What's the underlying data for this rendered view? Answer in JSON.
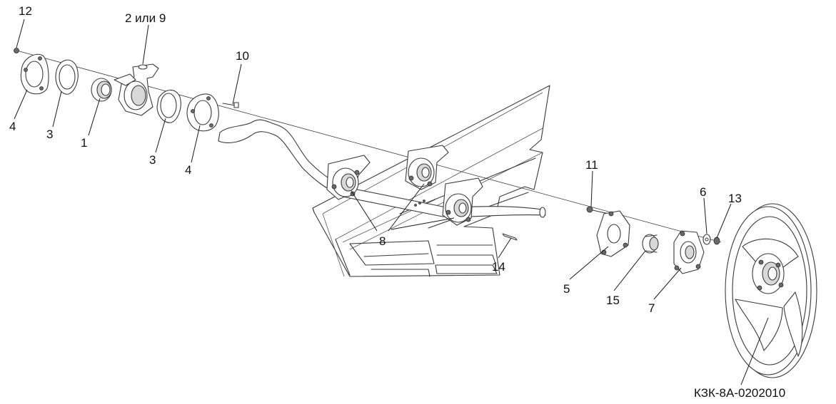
{
  "drawing": {
    "code": "КЗК-8А-0202010",
    "callouts": {
      "c12": "12",
      "c2or9": "2 или 9",
      "c10": "10",
      "c4a": "4",
      "c3a": "3",
      "c1": "1",
      "c3b": "3",
      "c4b": "4",
      "c8": "8",
      "c11": "11",
      "c6": "6",
      "c13": "13",
      "c14": "14",
      "c5": "5",
      "c15": "15",
      "c7": "7"
    }
  }
}
